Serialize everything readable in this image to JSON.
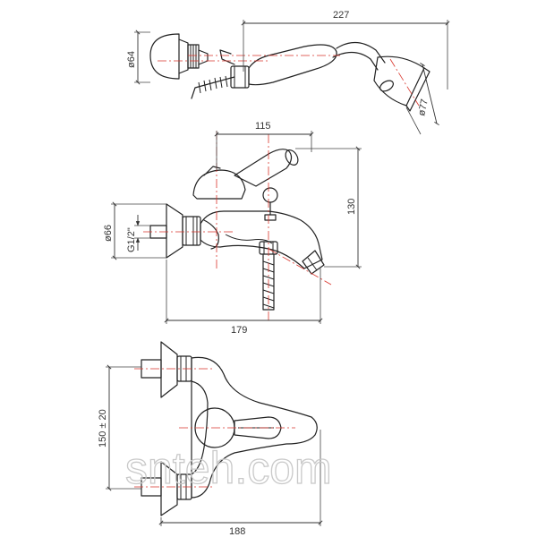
{
  "colors": {
    "outline": "#222222",
    "dimension": "#333333",
    "centerline": "#d9342b",
    "watermark": "#c9c9c9"
  },
  "views": {
    "hand_shower": {
      "dim_total_length": "227",
      "dim_holder_diameter": "ø64",
      "dim_head_diameter": "ø77"
    },
    "front": {
      "dim_lever_offset": "115",
      "dim_height": "130",
      "dim_flange_diameter": "ø66",
      "dim_thread": "G1/2\"",
      "dim_total_width": "179"
    },
    "top": {
      "dim_inlet_spacing": "150 ± 20",
      "dim_depth": "188"
    }
  },
  "watermark": "snteh.com"
}
